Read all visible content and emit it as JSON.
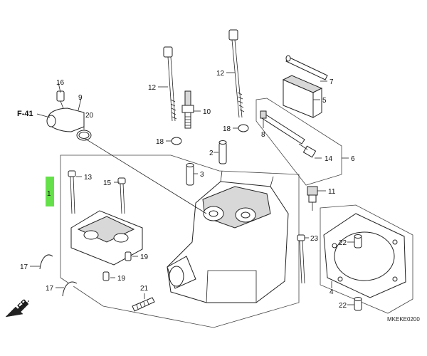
{
  "callouts": {
    "c1": "1",
    "c2": "2",
    "c3": "3",
    "c4": "4",
    "c5": "5",
    "c6": "6",
    "c7": "7",
    "c8": "8",
    "c9": "9",
    "c10": "10",
    "c11": "11",
    "c12a": "12",
    "c12b": "12",
    "c13": "13",
    "c14": "14",
    "c15": "15",
    "c16": "16",
    "c17a": "17",
    "c17b": "17",
    "c18a": "18",
    "c18b": "18",
    "c19a": "19",
    "c19b": "19",
    "c20": "20",
    "c21": "21",
    "c22a": "22",
    "c22b": "22",
    "c23": "23"
  },
  "ref": "F-41",
  "front_label": "FR.",
  "diagram_code": "MKEKE0200",
  "colors": {
    "highlight": "#66e04a",
    "line": "#222222",
    "shade": "#d8d8d8"
  }
}
